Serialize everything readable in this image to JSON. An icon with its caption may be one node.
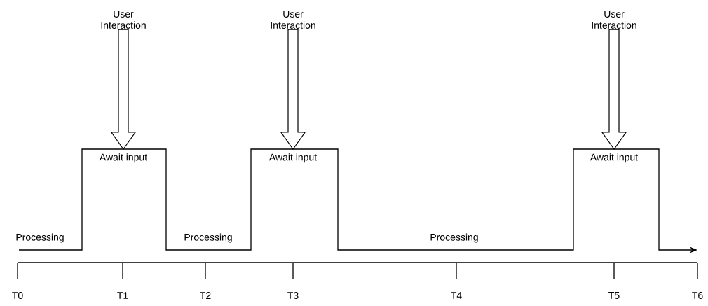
{
  "diagram": {
    "nodes": [
      {
        "text": [
          "User Interaction"
        ]
      },
      {
        "text": [
          "Await input"
        ]
      },
      {
        "text": [
          "User Interaction"
        ]
      },
      {
        "text": [
          "Await input"
        ]
      },
      {
        "text": [
          "User Interaction"
        ]
      },
      {
        "text": [
          "Await input"
        ]
      }
    ],
    "edges": [
      {
        "from": 0,
        "to": 1,
        "arrow": "to"
      },
      {
        "from": 2,
        "to": 3,
        "arrow": "to"
      },
      {
        "from": 4,
        "to": 5,
        "arrow": "to"
      }
    ],
    "labels": [
      "Processing",
      "Processing",
      "Processing",
      "T0",
      "T1",
      "T2",
      "T3",
      "T4",
      "T5",
      "T6"
    ]
  }
}
